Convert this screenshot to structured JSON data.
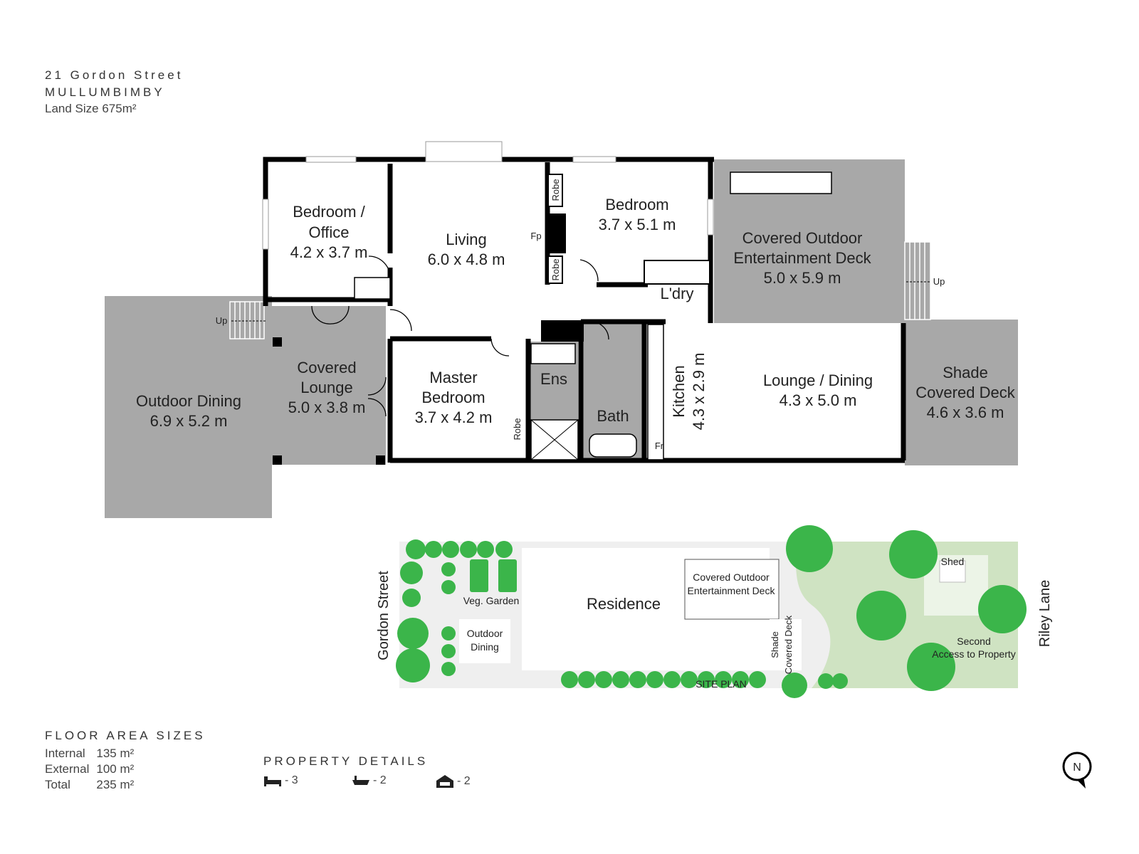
{
  "header": {
    "address": "21 Gordon Street",
    "suburb": "MULLUMBIMBY",
    "land_size": "Land Size 675m²"
  },
  "rooms": {
    "bedroom_office": {
      "name1": "Bedroom /",
      "name2": "Office",
      "size": "4.2 x 3.7 m"
    },
    "living": {
      "name": "Living",
      "size": "6.0 x 4.8 m"
    },
    "bedroom": {
      "name": "Bedroom",
      "size": "3.7 x 5.1 m"
    },
    "covered_outdoor": {
      "name1": "Covered Outdoor",
      "name2": "Entertainment Deck",
      "size": "5.0 x 5.9 m"
    },
    "outdoor_dining": {
      "name": "Outdoor Dining",
      "size": "6.9 x 5.2 m"
    },
    "covered_lounge": {
      "name1": "Covered",
      "name2": "Lounge",
      "size": "5.0 x 3.8 m"
    },
    "master": {
      "name1": "Master",
      "name2": "Bedroom",
      "size": "3.7 x 4.2 m"
    },
    "ens": {
      "name": "Ens"
    },
    "bath": {
      "name": "Bath"
    },
    "kitchen": {
      "name": "Kitchen",
      "size": "4.3 x 2.9 m"
    },
    "lounge_dining": {
      "name": "Lounge / Dining",
      "size": "4.3 x 5.0 m"
    },
    "shade_deck": {
      "name1": "Shade",
      "name2": "Covered Deck",
      "size": "4.6 x 3.6 m"
    },
    "laundry": {
      "name": "L'dry"
    }
  },
  "small_labels": {
    "robe": "Robe",
    "fp": "Fp",
    "fr": "Fr",
    "up": "Up"
  },
  "site": {
    "gordon_street": "Gordon Street",
    "riley_lane": "Riley Lane",
    "veg_garden": "Veg. Garden",
    "outdoor_dining1": "Outdoor",
    "outdoor_dining2": "Dining",
    "residence": "Residence",
    "deck1": "Covered Outdoor",
    "deck2": "Entertainment Deck",
    "shade1": "Shade",
    "shade2": "Covered Deck",
    "shed": "Shed",
    "access1": "Second",
    "access2": "Access to Property",
    "site_plan": "SITE PLAN"
  },
  "floor_area": {
    "title": "FLOOR AREA SIZES",
    "rows": [
      {
        "label": "Internal",
        "value": "135 m²"
      },
      {
        "label": "External",
        "value": "100 m²"
      },
      {
        "label": "Total",
        "value": "235 m²"
      }
    ]
  },
  "property_details": {
    "title": "PROPERTY DETAILS",
    "beds": "- 3",
    "baths": "- 2",
    "cars": "- 2"
  },
  "compass": "N",
  "colors": {
    "deck_grey": "#a8a8a8",
    "lawn": "#cfe3c2",
    "tree": "#3bb54a",
    "wall": "#000000"
  }
}
